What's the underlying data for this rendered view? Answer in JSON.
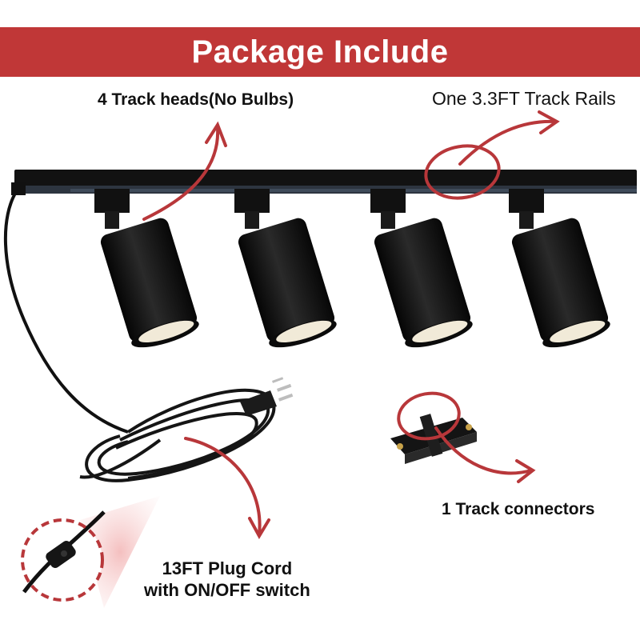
{
  "banner": {
    "title": "Package Include",
    "color": "#c03737"
  },
  "labels": {
    "track_heads": "4 Track heads(No Bulbs)",
    "track_rail": "One 3.3FT Track Rails",
    "connector": "1 Track connectors",
    "cord_line1": "13FT Plug Cord",
    "cord_line2": "with ON/OFF switch"
  },
  "colors": {
    "annotation": "#b8373a",
    "fixture": "#0e0e0e",
    "lamp_inner": "#f1ead8"
  }
}
